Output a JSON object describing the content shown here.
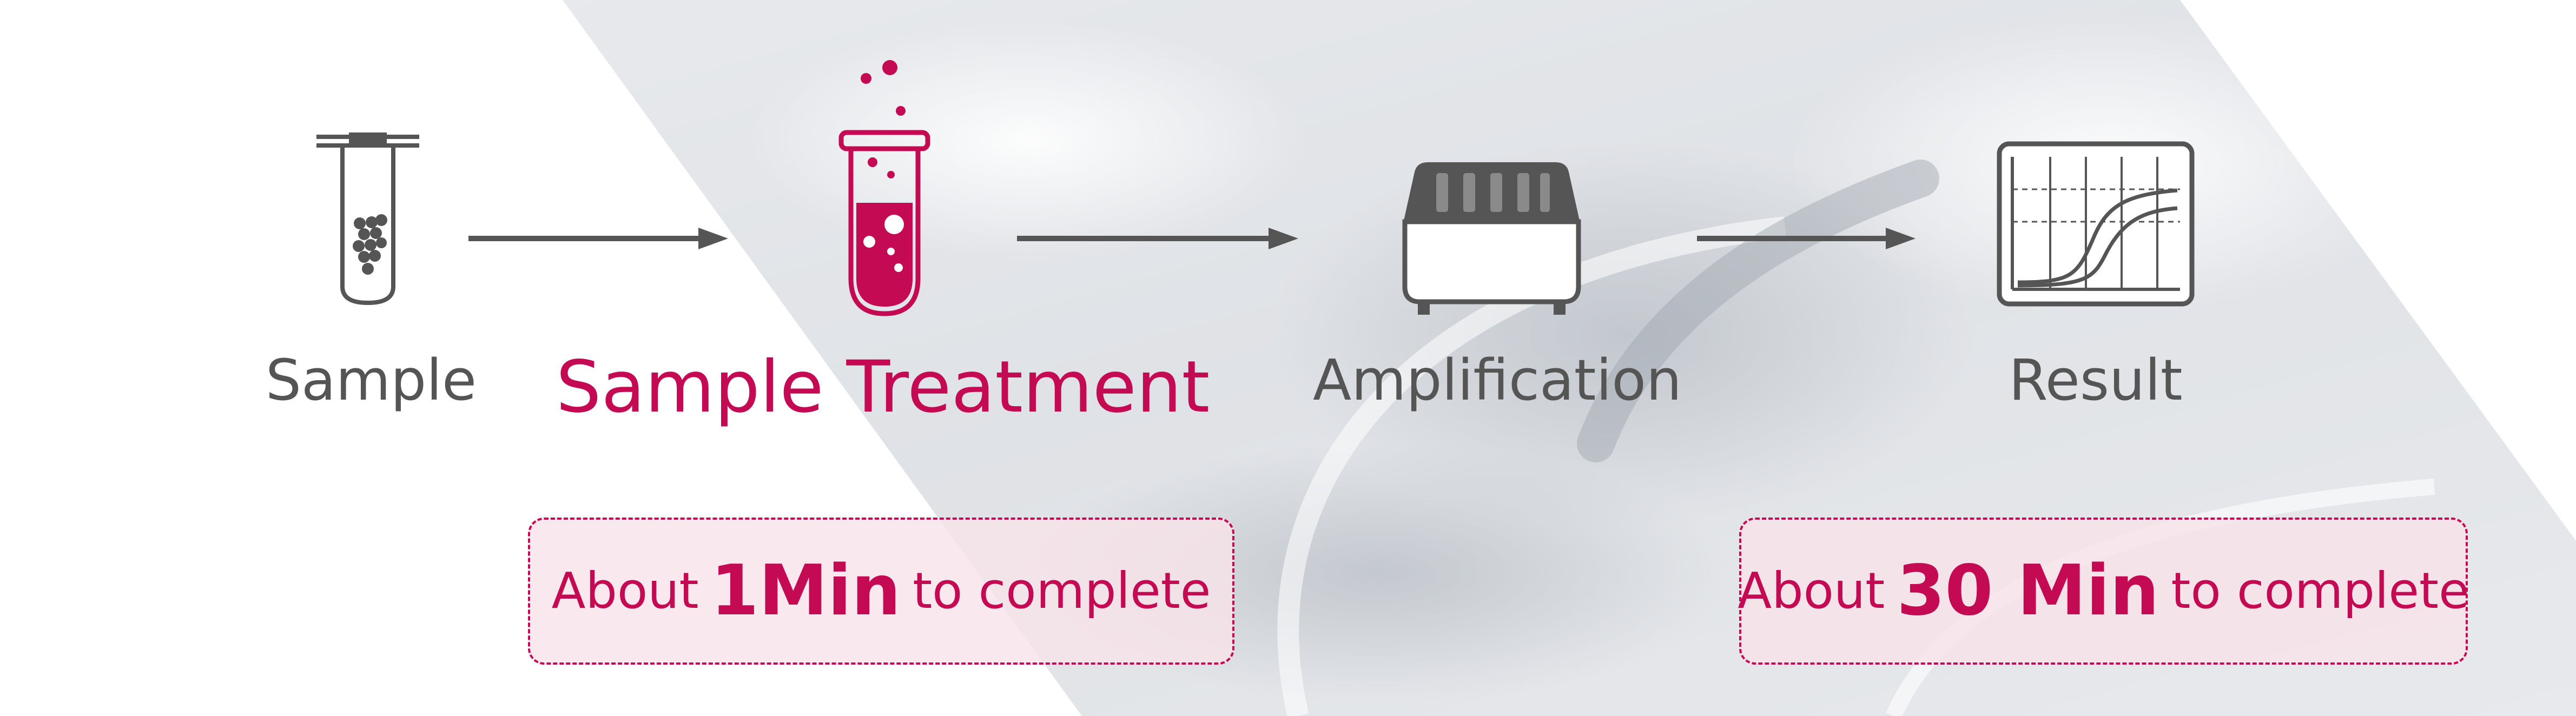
{
  "colors": {
    "accent": "#c40a52",
    "icon_gray": "#555555",
    "text_gray": "#555555",
    "badge_fill": "#f7e4ea",
    "background_photo": "#e4e6e9"
  },
  "steps": [
    {
      "label": "Sample",
      "icon": "sample-tube-icon"
    },
    {
      "label": "Sample Treatment",
      "icon": "treatment-tube-icon"
    },
    {
      "label": "Amplification",
      "icon": "amplifier-device-icon"
    },
    {
      "label": "Result",
      "icon": "result-graph-icon"
    }
  ],
  "badges": [
    {
      "prefix": "About",
      "emphasis": "1Min",
      "suffix": "to complete"
    },
    {
      "prefix": "About",
      "emphasis": "30 Min",
      "suffix": "to complete"
    }
  ]
}
